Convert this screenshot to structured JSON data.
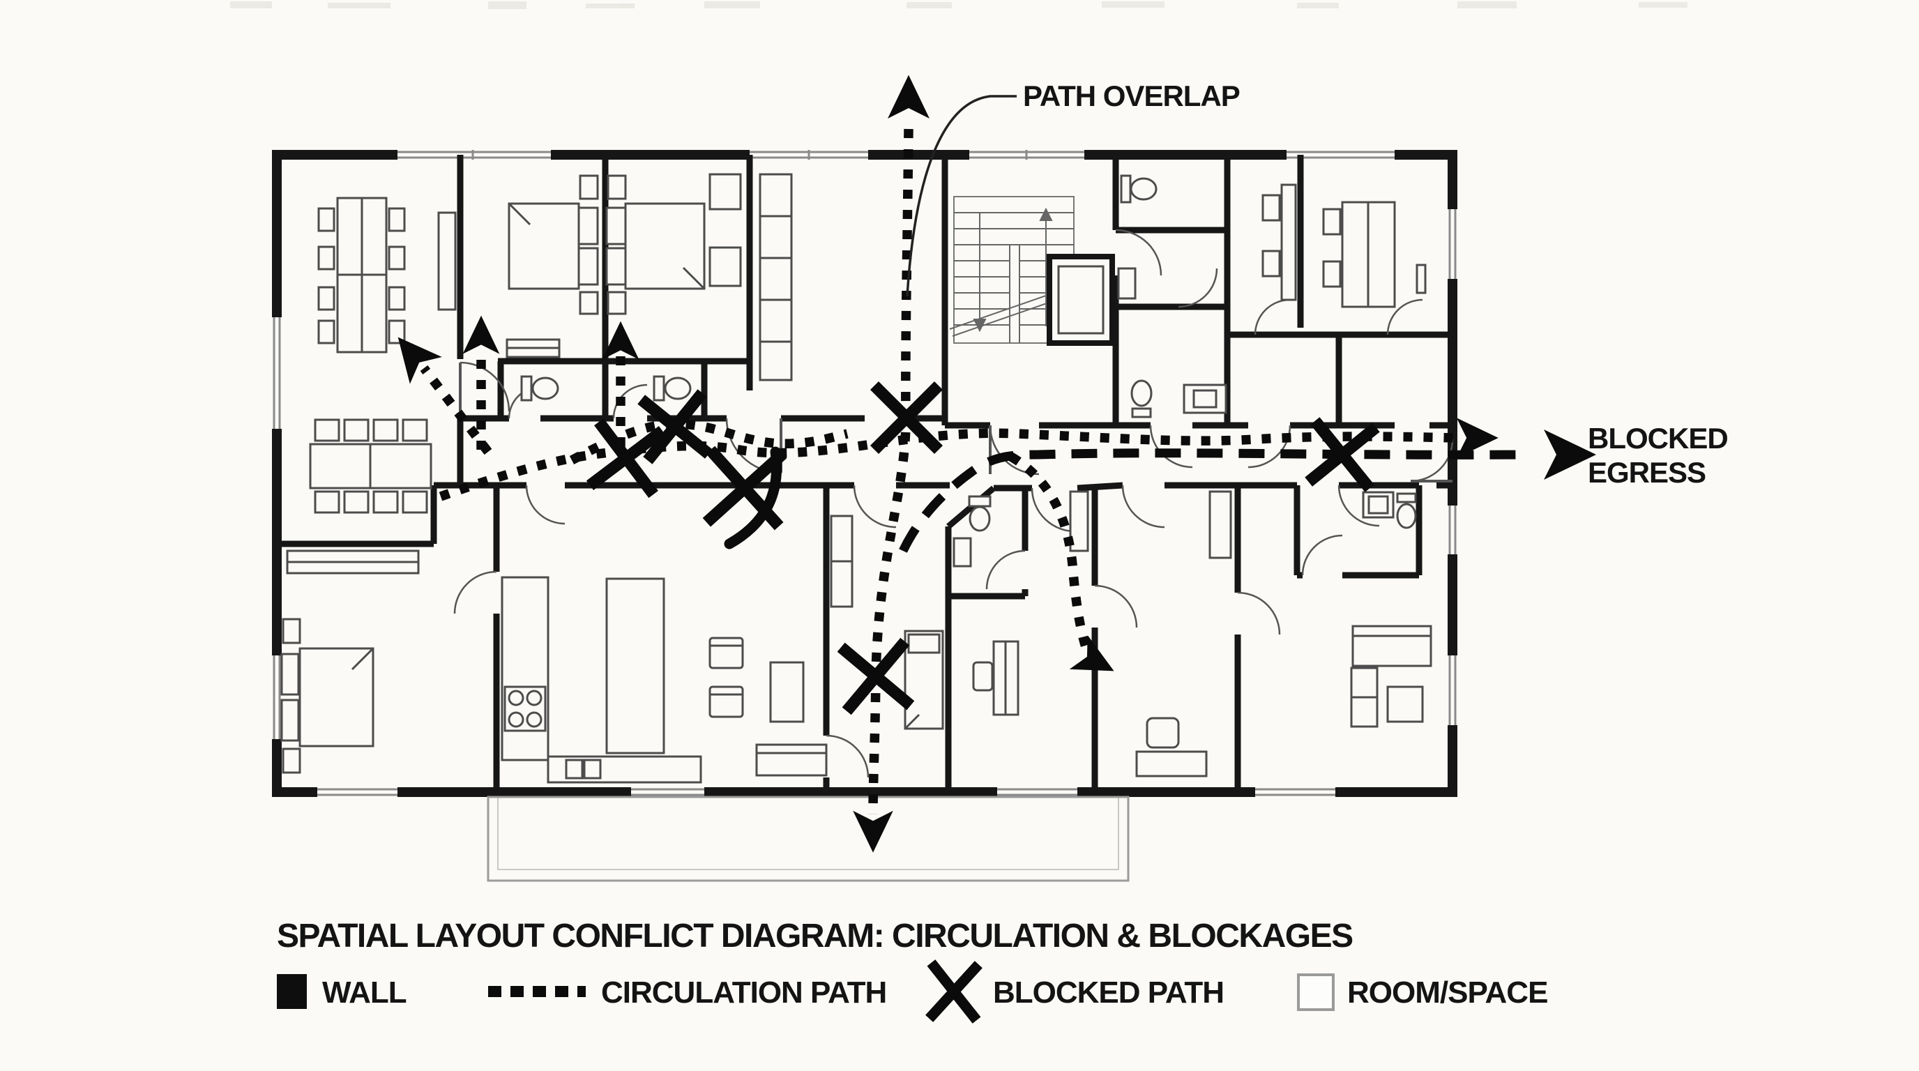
{
  "title": "SPATIAL LAYOUT CONFLICT DIAGRAM: CIRCULATION & BLOCKAGES",
  "annotations": {
    "path_overlap": "PATH OVERLAP",
    "blocked_egress_line1": "BLOCKED",
    "blocked_egress_line2": "EGRESS"
  },
  "legend": {
    "wall": "WALL",
    "circulation": "CIRCULATION PATH",
    "blocked": "BLOCKED PATH",
    "room": "ROOM/SPACE"
  },
  "colors": {
    "background": "#fbfaf6",
    "wall_line": "#161616",
    "furniture_line": "#4c4c4c",
    "overlay_black": "#0b0b0b",
    "room_swatch_border": "#9a9a9a"
  },
  "diagram": {
    "type": "floor-plan-circulation-overlay",
    "blocked_path_marks": 6,
    "circulation_arrowheads": 8,
    "paths": [
      "vertical-main-path",
      "horizontal-corridor-path",
      "corridor-overlap-strand",
      "branch-northwest",
      "branch-bedroom-1",
      "branch-bathroom-2",
      "branch-southeast",
      "blocked-egress-dashed-path"
    ]
  }
}
